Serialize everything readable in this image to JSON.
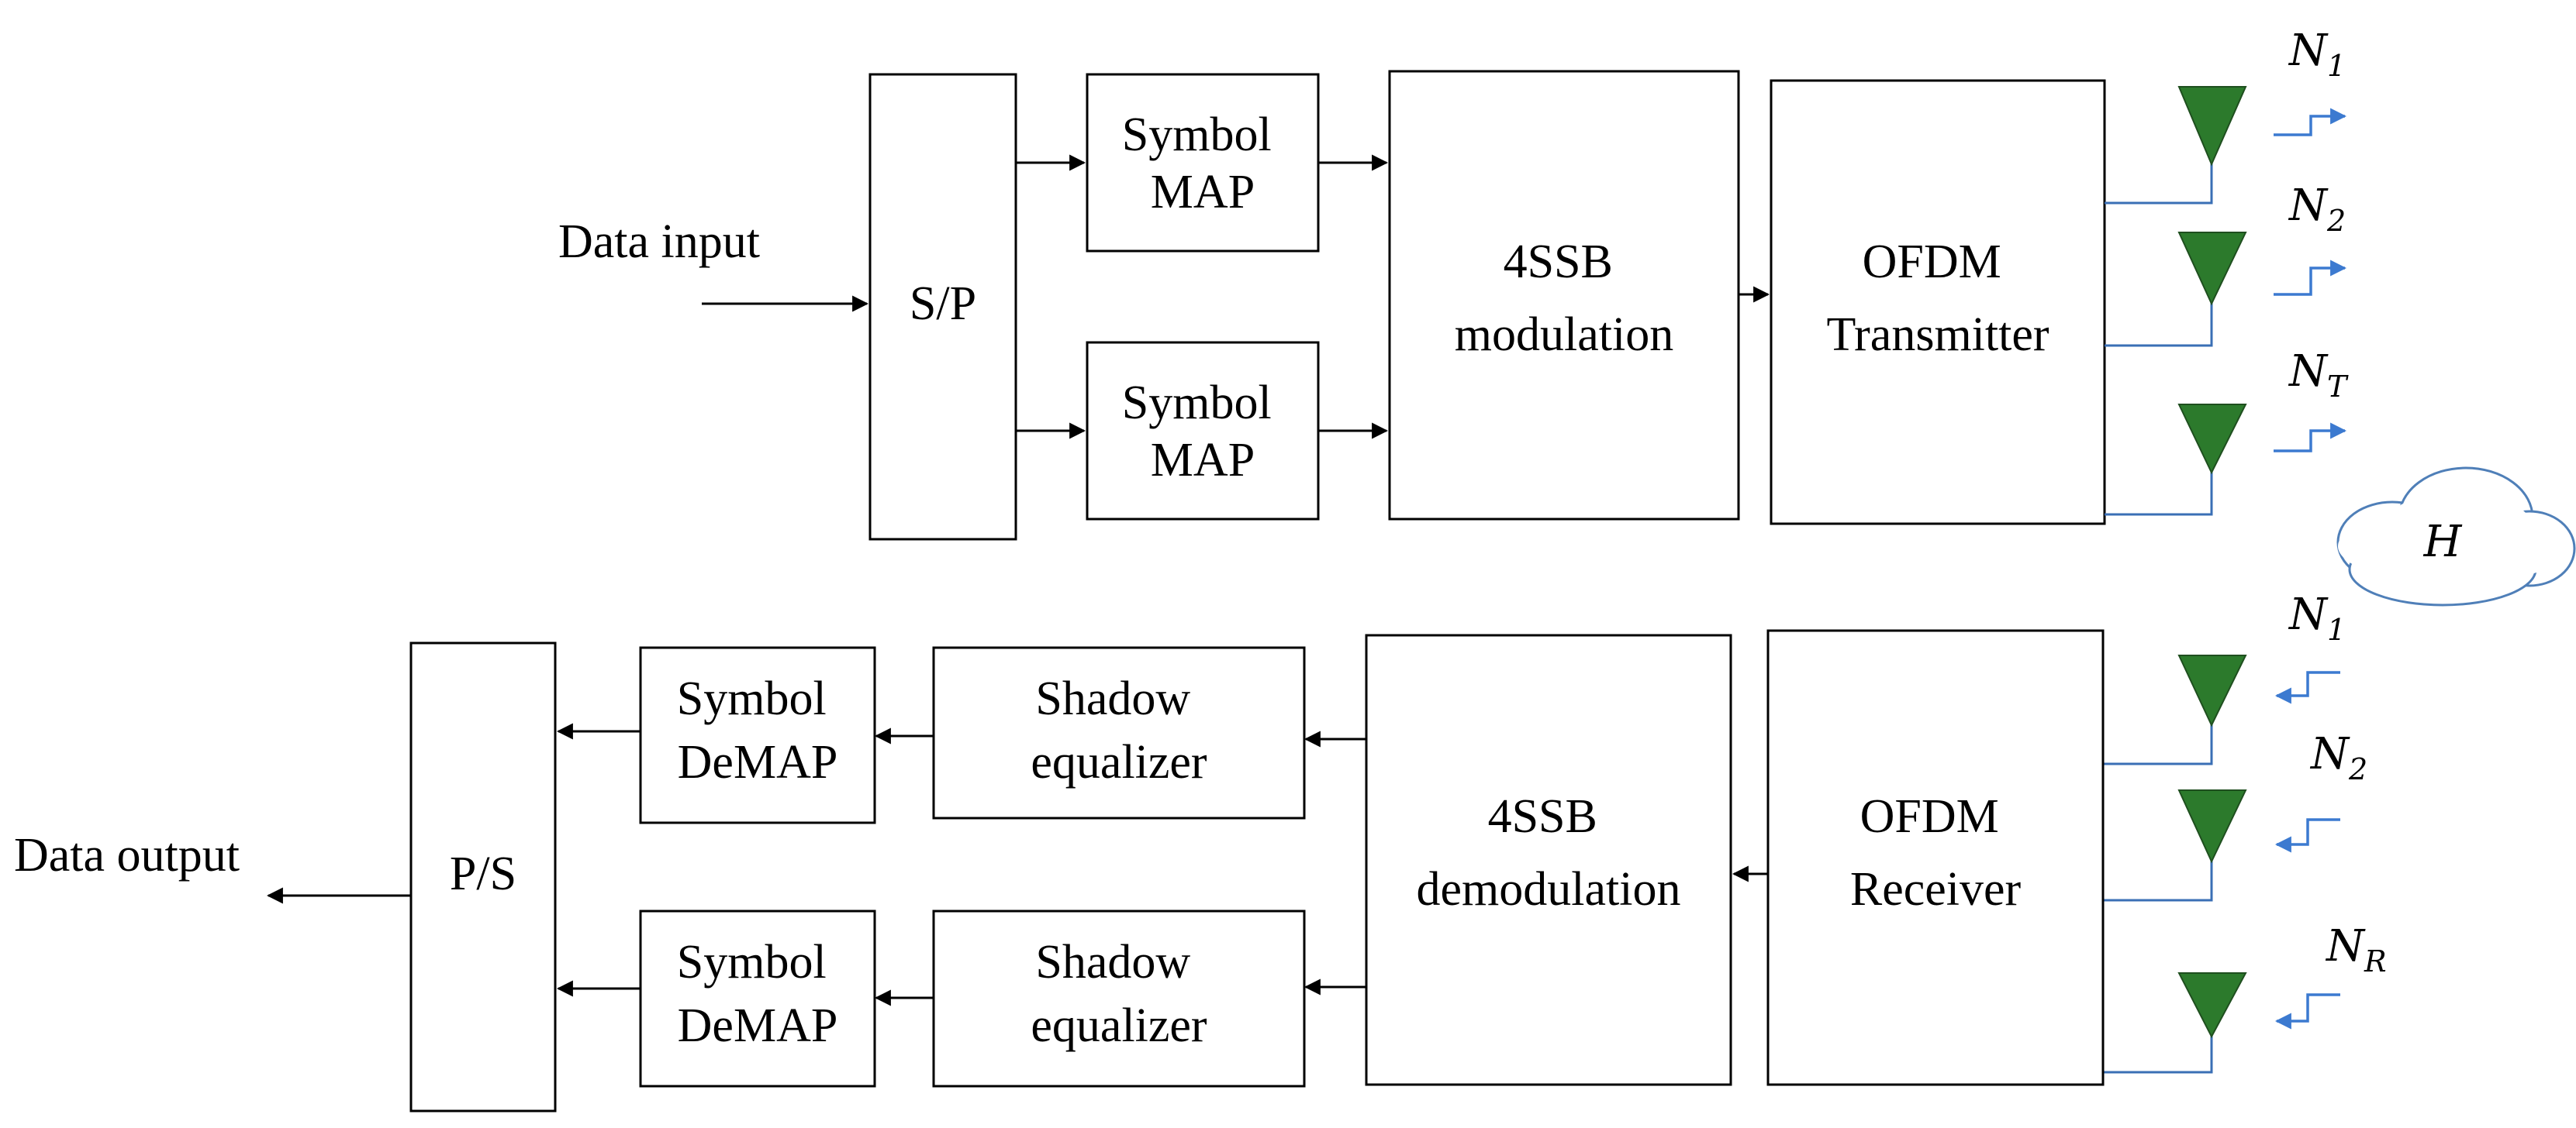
{
  "transmitter": {
    "data_input": "Data input",
    "sp": "S/P",
    "symbol_map_1": [
      "Symbol",
      "MAP"
    ],
    "symbol_map_2": [
      "Symbol",
      "MAP"
    ],
    "modulation": [
      "4SSB",
      "modulation"
    ],
    "ofdm_tx": [
      "OFDM",
      "Transmitter"
    ],
    "antennas": [
      {
        "base": "N",
        "sub": "1"
      },
      {
        "base": "N",
        "sub": "2"
      },
      {
        "base": "N",
        "sub": "T"
      }
    ]
  },
  "channel": {
    "label": "H"
  },
  "receiver": {
    "ofdm_rx": [
      "OFDM",
      "Receiver"
    ],
    "demodulation": [
      "4SSB",
      "demodulation"
    ],
    "equalizer_1": [
      "Shadow",
      "equalizer"
    ],
    "equalizer_2": [
      "Shadow",
      "equalizer"
    ],
    "demap_1": [
      "Symbol",
      "DeMAP"
    ],
    "demap_2": [
      "Symbol",
      "DeMAP"
    ],
    "ps": "P/S",
    "data_output": "Data output",
    "antennas": [
      {
        "base": "N",
        "sub": "1"
      },
      {
        "base": "N",
        "sub": "2"
      },
      {
        "base": "N",
        "sub": "R"
      }
    ]
  },
  "colors": {
    "antenna_fill": "#2c7a2c",
    "signal_line": "#3c7ad0",
    "block_stroke": "#000000"
  }
}
